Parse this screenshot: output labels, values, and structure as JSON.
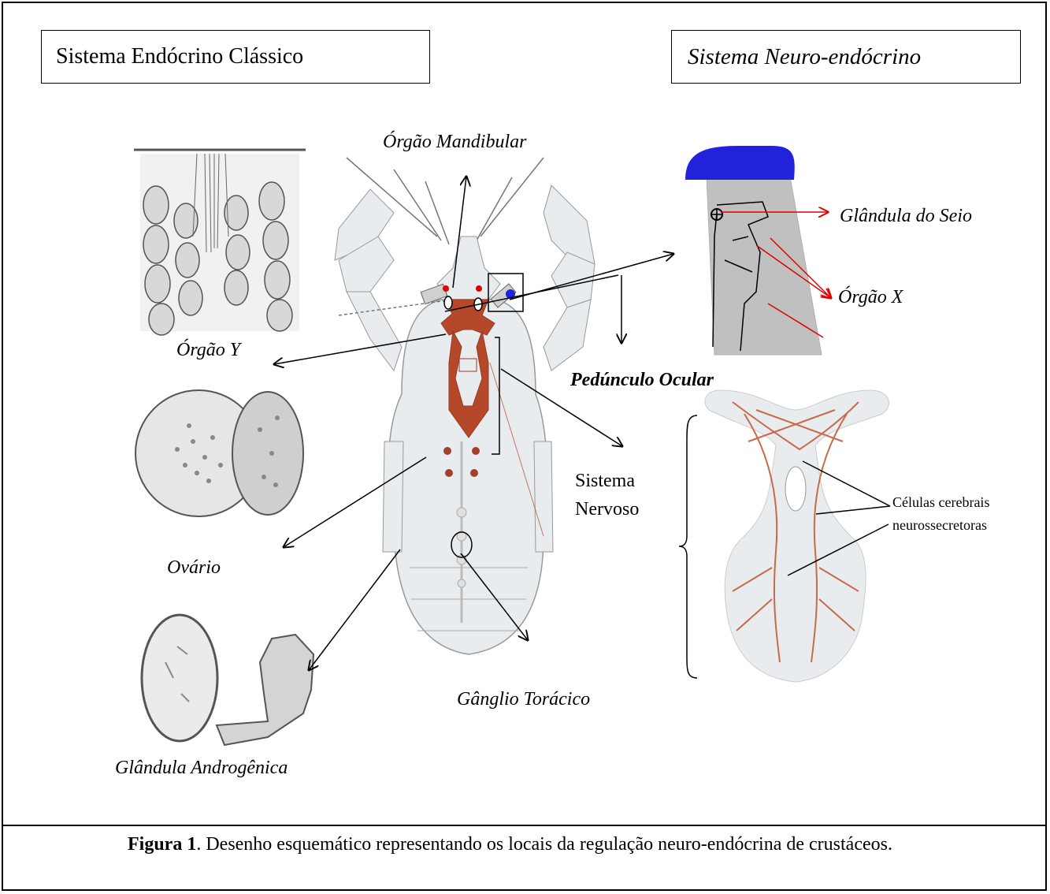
{
  "headers": {
    "classic": "Sistema Endócrino Clássico",
    "neuro": "Sistema Neuro-endócrino"
  },
  "labels": {
    "orgao_mandibular": "Órgão Mandibular",
    "glandula_seio": "Glândula do Seio",
    "orgao_x": "Órgão X",
    "orgao_y": "Órgão Y",
    "peduncle": "Pedúnculo Ocular",
    "sistema": "Sistema",
    "nervoso": "Nervoso",
    "celulas_1": "Células cerebrais",
    "celulas_2": "neurossecretoras",
    "ovario": "Ovário",
    "ganglio": "Gânglio Torácico",
    "androgenica": "Glândula Androgênica"
  },
  "caption": {
    "figure": "Figura 1",
    "text": ". Desenho esquemático representando os locais da regulação neuro-endócrina de crustáceos."
  },
  "colors": {
    "nerve": "#b5472a",
    "sinus_gland": "#2222dd",
    "arrow_red": "#e00000",
    "body_fill": "#e8ecef",
    "eyestalk_fill": "#c0c0c0"
  }
}
